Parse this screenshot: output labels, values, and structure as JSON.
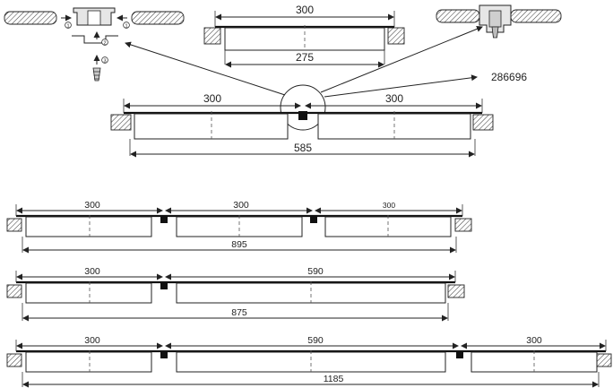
{
  "part_number": "286696",
  "detail_callouts": [
    "1",
    "2",
    "3",
    "1"
  ],
  "top_single": {
    "overall": "300",
    "inner": "275"
  },
  "double": {
    "left": "300",
    "right": "300",
    "overall": "585"
  },
  "row1": {
    "a": "300",
    "b": "300",
    "c": "300",
    "overall": "895"
  },
  "row2": {
    "a": "300",
    "b": "590",
    "overall": "875"
  },
  "row3": {
    "a": "300",
    "b": "590",
    "c": "300",
    "overall": "1185"
  }
}
